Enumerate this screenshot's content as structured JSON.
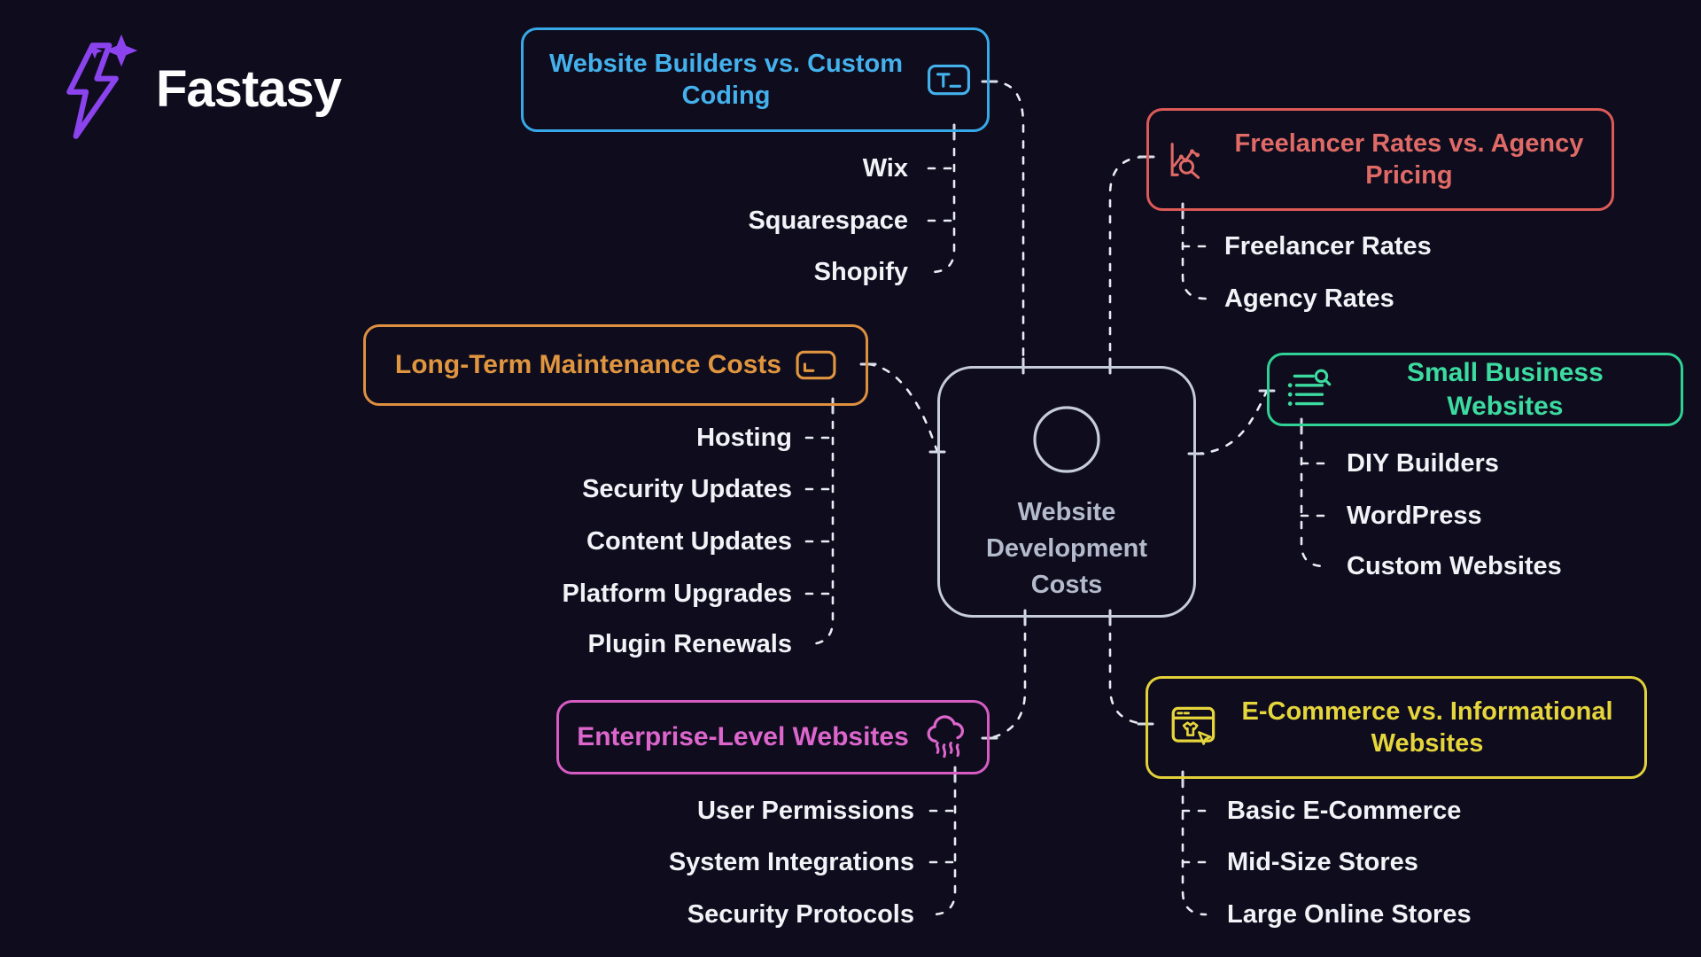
{
  "brand": {
    "name": "Fastasy"
  },
  "center": {
    "label": "Website Development Costs"
  },
  "colors": {
    "background": "#0e0c1d",
    "connector": "#e9ecf3",
    "child_text": "#f1f3f7",
    "center_border": "#c6ccd9",
    "logo_purple": "#8b43ee",
    "blue": "#38a9e8",
    "orange": "#dd9040",
    "pink": "#d65cc4",
    "red": "#dd5a57",
    "green": "#2fd195",
    "yellow": "#e2d138"
  },
  "branches": [
    {
      "label": "Website Builders vs. Custom Coding",
      "color": "#38a9e8",
      "icon": "input-field-icon",
      "children": [
        "Wix",
        "Squarespace",
        "Shopify"
      ]
    },
    {
      "label": "Long-Term Maintenance Costs",
      "color": "#dd9040",
      "icon": "button-card-icon",
      "children": [
        "Hosting",
        "Security Updates",
        "Content Updates",
        "Platform Upgrades",
        "Plugin Renewals"
      ]
    },
    {
      "label": "Enterprise-Level Websites",
      "color": "#d65cc4",
      "icon": "cloud-stream-icon",
      "children": [
        "User Permissions",
        "System Integrations",
        "Security Protocols"
      ]
    },
    {
      "label": "Freelancer Rates vs. Agency Pricing",
      "color": "#dd5a57",
      "icon": "chart-search-icon",
      "children": [
        "Freelancer Rates",
        "Agency Rates"
      ]
    },
    {
      "label": "Small Business Websites",
      "color": "#2fd195",
      "icon": "list-search-icon",
      "children": [
        "DIY Builders",
        "WordPress",
        "Custom Websites"
      ]
    },
    {
      "label": "E-Commerce vs. Informational Websites",
      "color": "#e2d138",
      "icon": "shop-browser-icon",
      "children": [
        "Basic E-Commerce",
        "Mid-Size Stores",
        "Large Online Stores"
      ]
    }
  ]
}
